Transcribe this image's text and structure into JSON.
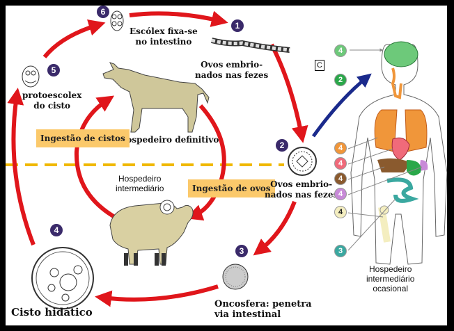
{
  "labels": {
    "escolex": "Escólex fixa-se\nno intestino",
    "ovos_top": "Ovos embrio-\nnados nas fezes",
    "protoescolex": "protoescolex\ndo cisto",
    "hosp_def": "Hospedeiro definitivo",
    "ingestao_cistos": "Ingestão de cistos",
    "hosp_int": "Hospedeiro\nintermediário",
    "ingestao_ovos": "Ingestão de ovos",
    "ovos_mid": "Ovos embrio-\nnados nas fezes",
    "cisto": "Cisto hidático",
    "oncosfera": "Oncosfera: penetra\nvia intestinal",
    "hosp_ocas": "Hospedeiro\nintermediário\nocasional",
    "c_box": "C"
  },
  "steps": {
    "s1": "1",
    "s2": "2",
    "s3": "3",
    "s4": "4",
    "s5": "5",
    "s6": "6"
  },
  "organs": {
    "brain": "4",
    "airway": "2",
    "lung": "4",
    "heart": "4",
    "liver": "4",
    "kidney": "4",
    "bone": "4",
    "intestine": "3"
  },
  "colors": {
    "cycle_arrow": "#e0161b",
    "dash": "#f0b800",
    "blue_arrow": "#1a2a8c",
    "box": "#fbc96b",
    "dog": "#cfc79a",
    "sheep": "#d9d0a2",
    "brain": "#6dc97a",
    "lung": "#f0963a",
    "heart": "#f06a7a",
    "liver": "#8a5a2e",
    "kidney": "#c88ad8",
    "intestine": "#3aa8a0",
    "bone": "#f4eec0"
  }
}
